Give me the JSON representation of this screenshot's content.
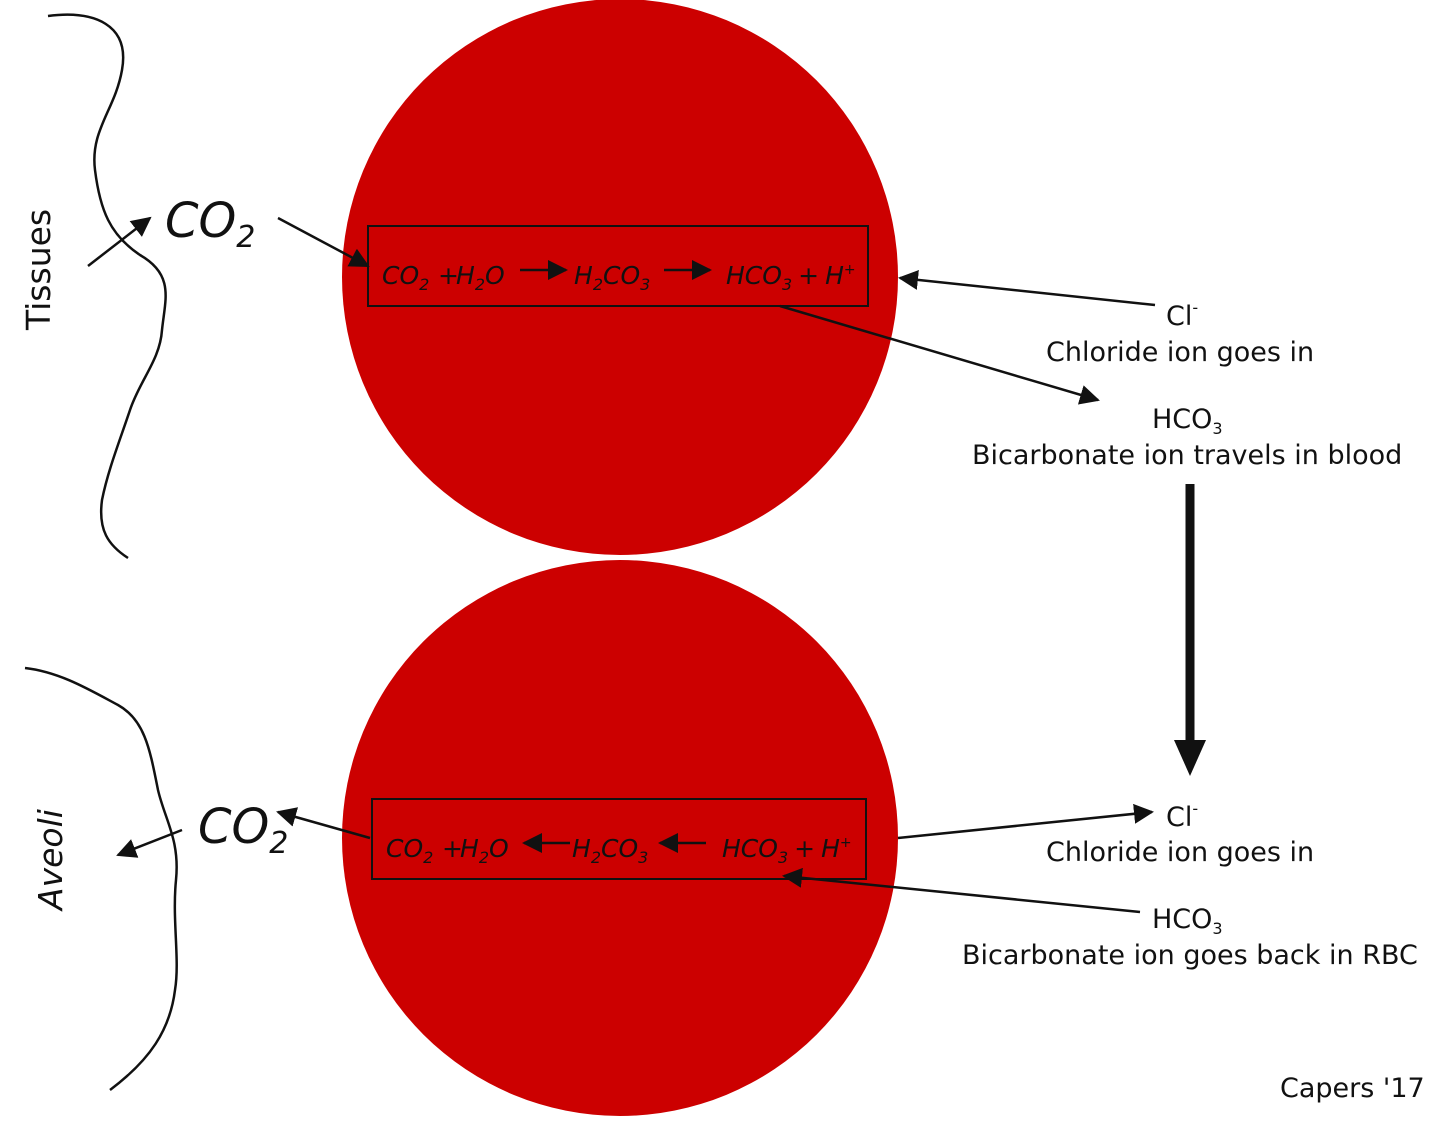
{
  "colors": {
    "cell": "#cc0000",
    "ink": "#111111"
  },
  "sides": {
    "top": "Tissues",
    "bottom": "Aveoli"
  },
  "co2_label": {
    "main": "CO",
    "sub": "2"
  },
  "top_equation": {
    "co2": "CO",
    "co2_sub": "2",
    "plus1": "+",
    "h2o_h": "H",
    "h2o_sub": "2",
    "h2o_o": "O",
    "h2co3_h": "H",
    "h2co3_sub": "2",
    "h2co3_co": "CO",
    "h2co3_sub3": "3",
    "hco3": "HCO",
    "hco3_sub": "3",
    "plus2": "+",
    "h": "H",
    "h_sup": "+"
  },
  "bottom_equation": {
    "co2": "CO",
    "co2_sub": "2",
    "plus1": "+",
    "h2o_h": "H",
    "h2o_sub": "2",
    "h2o_o": "O",
    "h2co3_h": "H",
    "h2co3_sub": "2",
    "h2co3_co": "CO",
    "h2co3_sub3": "3",
    "hco3": "HCO",
    "hco3_sub": "3",
    "plus2": "+",
    "h": "H",
    "h_sup": "+"
  },
  "top_right": {
    "cl": "Cl",
    "cl_sup": "-",
    "cl_caption": "Chloride ion goes in",
    "hco3": "HCO",
    "hco3_sub": "3",
    "hco3_caption": "Bicarbonate ion travels in blood"
  },
  "bottom_right": {
    "cl": "Cl",
    "cl_sup": "-",
    "cl_caption": "Chloride ion goes in",
    "hco3": "HCO",
    "hco3_sub": "3",
    "hco3_caption": "Bicarbonate ion goes back in RBC"
  },
  "credit": "Capers '17"
}
